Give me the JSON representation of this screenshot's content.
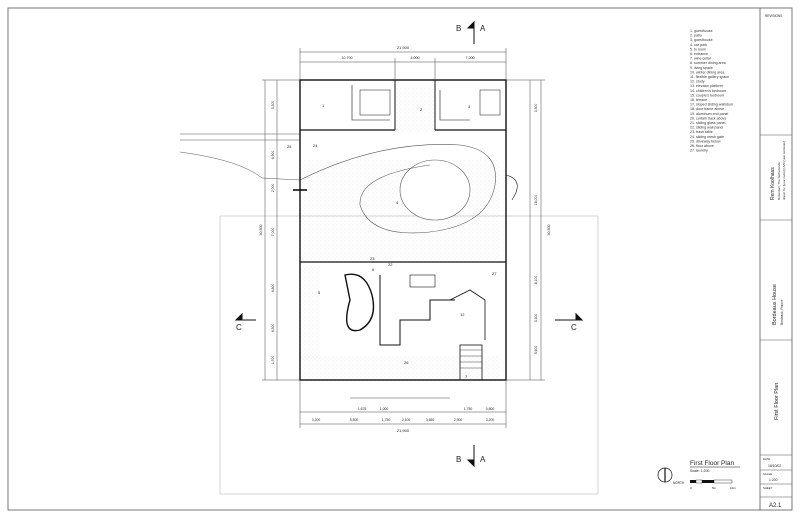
{
  "section_marks": {
    "b": "B",
    "a": "A",
    "c": "C"
  },
  "dimensions": {
    "top_total": "21,900",
    "top_parts": [
      "10,700",
      "4,000",
      "7,200"
    ],
    "left_parts": [
      "3,300",
      "6,900",
      "2,000",
      "7,000",
      "4,800",
      "4,500",
      "1,700"
    ],
    "left_total": "30,500",
    "right_upper": [
      "3,500",
      "18,000"
    ],
    "right_lower": [
      "8,100",
      "3,300",
      "5,600"
    ],
    "right_total": "30,500",
    "bottom_row1": [
      "1,675",
      "1,000",
      "1,750",
      "0,800"
    ],
    "bottom_row2": [
      "3,200",
      "5,500",
      "1,750",
      "2,100",
      "3,650",
      "2,900",
      "3,200"
    ],
    "bottom_total": "21,900"
  },
  "room_numbers": [
    "1",
    "2",
    "3",
    "4",
    "5",
    "6",
    "7",
    "12",
    "22",
    "23",
    "24",
    "25",
    "26",
    "27"
  ],
  "legend": [
    "1. guesthouse",
    "2. patio",
    "3. guesthouse",
    "4. car park",
    "5. tv room",
    "6. entrance",
    "7. wine cellar",
    "8. summer dining area",
    "9. living space",
    "10. winter dining area",
    "11. flexible gallery space",
    "12. study",
    "13. elevator platform",
    "14. children's bedroom",
    "15. couple's bedroom",
    "16. terrace",
    "17. sloped sliding wall/door",
    "18. door frame above",
    "19. aluminum end panel",
    "20. curtain track above",
    "21. sliding glass panel",
    "22. sliding wall panel",
    "23. trash table",
    "24. sliding mesh gate",
    "25. driveway below",
    "26. floor above",
    "27. laundry"
  ],
  "titleblock": {
    "revisions": "REVISIONS",
    "architect": "Rem Koolhaas",
    "architect_sub1": "Rotterdam, The Netherlands",
    "architect_sub2": "drawn by: [your name] [UVIC/year semester]",
    "project": "Bordeaux House",
    "project_sub": "Bordeaux, France",
    "sheet_title": "First Floor Plan",
    "date_label": "DATE",
    "date": "18/10/02",
    "scale_label": "SCALE",
    "scale": "1:200",
    "sheet_label": "SHEET",
    "sheet": "A2.1"
  },
  "drawing_title": {
    "title": "First Floor Plan",
    "scale": "Scale: 1:200",
    "north": "NORTH",
    "bar_labels": [
      "0",
      "5m",
      "10m"
    ]
  }
}
